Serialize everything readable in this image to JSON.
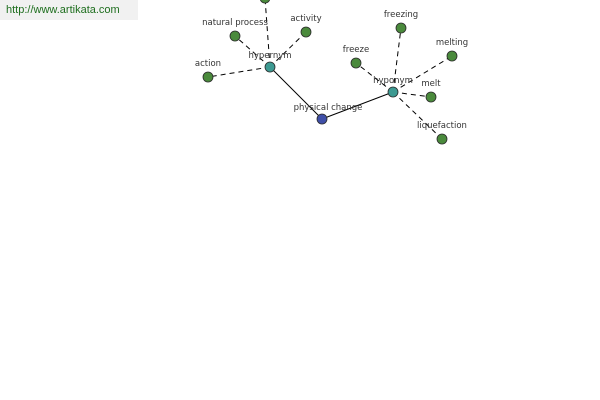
{
  "header": {
    "site_link": "http://www.artikata.com"
  },
  "colors": {
    "root_node": "#3f4fa8",
    "relation_node": "#3d9a92",
    "term_node": "#4a8a3c",
    "link_text": "#1e6e1e"
  },
  "diagram": {
    "root": {
      "id": "root",
      "label": "physical change"
    },
    "relations": [
      {
        "id": "hyper",
        "label": "hypernym"
      },
      {
        "id": "hypo",
        "label": "hyponym"
      }
    ],
    "terms": [
      {
        "id": "top",
        "label": "",
        "relation": "hyper"
      },
      {
        "id": "natural",
        "label": "natural process",
        "relation": "hyper"
      },
      {
        "id": "activity",
        "label": "activity",
        "relation": "hyper"
      },
      {
        "id": "action",
        "label": "action",
        "relation": "hyper"
      },
      {
        "id": "freezing",
        "label": "freezing",
        "relation": "hypo"
      },
      {
        "id": "freeze",
        "label": "freeze",
        "relation": "hypo"
      },
      {
        "id": "melting",
        "label": "melting",
        "relation": "hypo"
      },
      {
        "id": "melt",
        "label": "melt",
        "relation": "hypo"
      },
      {
        "id": "liquefaction",
        "label": "liquefaction",
        "relation": "hypo"
      }
    ]
  }
}
